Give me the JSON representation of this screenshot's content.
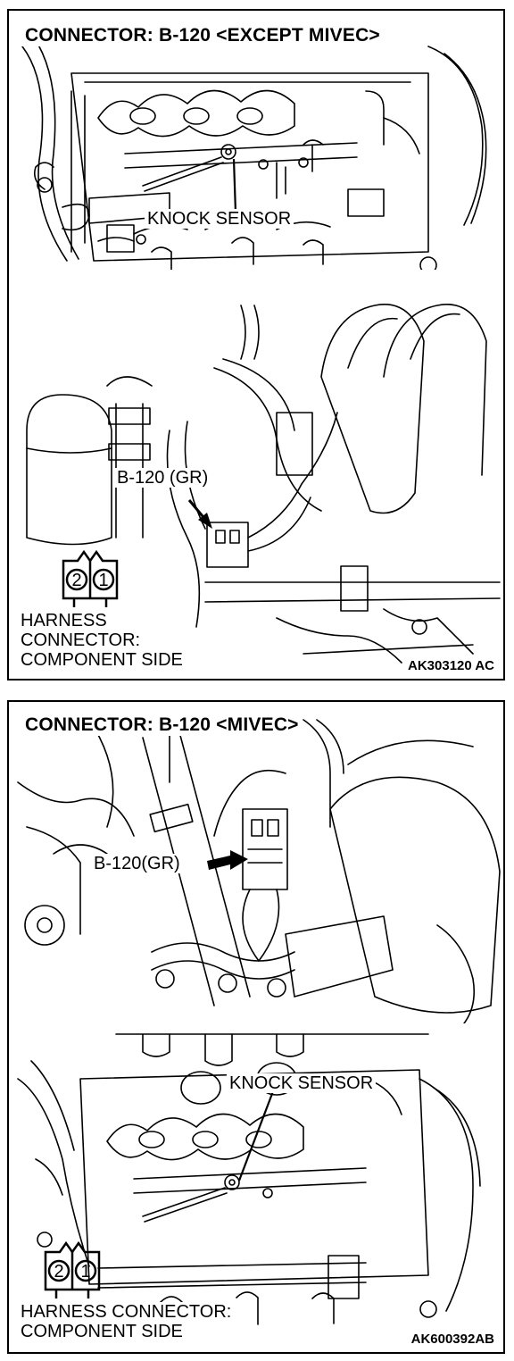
{
  "panels": [
    {
      "title": "CONNECTOR: B-120 <EXCEPT MIVEC>",
      "knock_sensor_label": "KNOCK SENSOR",
      "connector_callout": "B-120 (GR)",
      "harness_label": [
        "HARNESS",
        "CONNECTOR:",
        "COMPONENT SIDE"
      ],
      "connector_pins": [
        "2",
        "1"
      ],
      "figure_code": "AK303120 AC"
    },
    {
      "title": "CONNECTOR: B-120 <MIVEC>",
      "connector_callout": "B-120(GR)",
      "knock_sensor_label": "KNOCK SENSOR",
      "harness_label": [
        "HARNESS CONNECTOR:",
        "COMPONENT SIDE"
      ],
      "connector_pins": [
        "2",
        "1"
      ],
      "figure_code": "AK600392AB"
    }
  ]
}
